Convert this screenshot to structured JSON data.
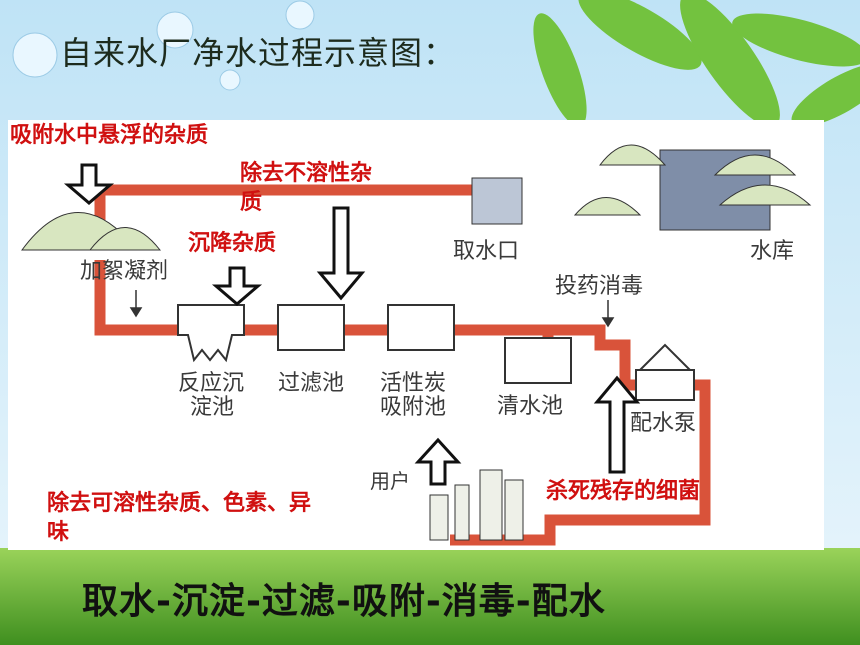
{
  "title": "自来水厂净水过程示意图：",
  "stages": {
    "reservoir": "水库",
    "intake": "取水口",
    "coagulant": "加絮凝剂",
    "sedimentation_1": "反应沉",
    "sedimentation_2": "淀池",
    "filter": "过滤池",
    "carbon_1": "活性炭",
    "carbon_2": "吸附池",
    "clear": "清水池",
    "disinfect": "投药消毒",
    "pump": "配水泵",
    "user": "用户"
  },
  "notes": {
    "adsorb_suspended": "吸附水中悬浮的杂质",
    "remove_insoluble_1": "除去不溶性杂",
    "remove_insoluble_2": "质",
    "settle": "沉降杂质",
    "kill_bacteria": "杀死残存的细菌",
    "remove_soluble_1": "除去可溶性杂质、色素、异",
    "remove_soluble_2": "味"
  },
  "footer": "取水-沉淀-过滤-吸附-消毒-配水",
  "colors": {
    "pipe": "#d9533a",
    "note": "#d01010",
    "sky": "#cfe9f7",
    "grass": "#5fae2e"
  }
}
